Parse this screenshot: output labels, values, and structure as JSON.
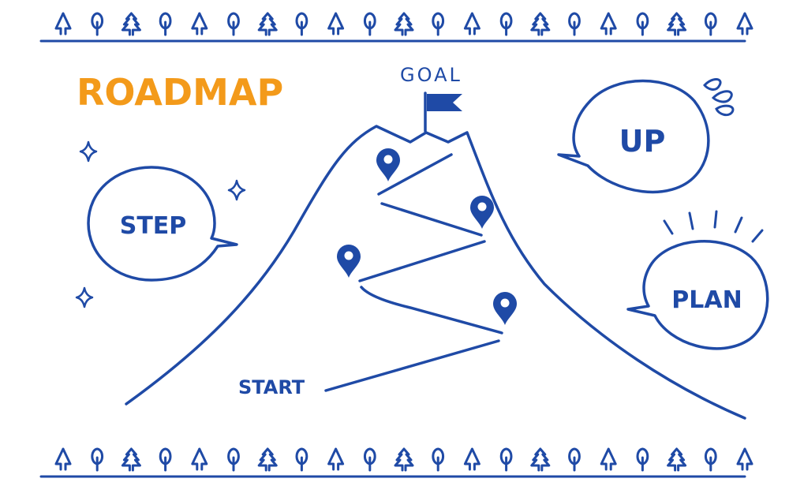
{
  "title": "ROADMAP",
  "goal_label": "GOAL",
  "start_label": "START",
  "bubbles": {
    "step": "STEP",
    "up": "UP",
    "plan": "PLAN"
  },
  "colors": {
    "ink": "#1f4aa6",
    "title": "#f39a1a",
    "background": "#ffffff"
  },
  "icons": [
    "tree-icon",
    "flag-icon",
    "map-pin-icon",
    "sparkle-icon",
    "speech-bubble-icon"
  ]
}
